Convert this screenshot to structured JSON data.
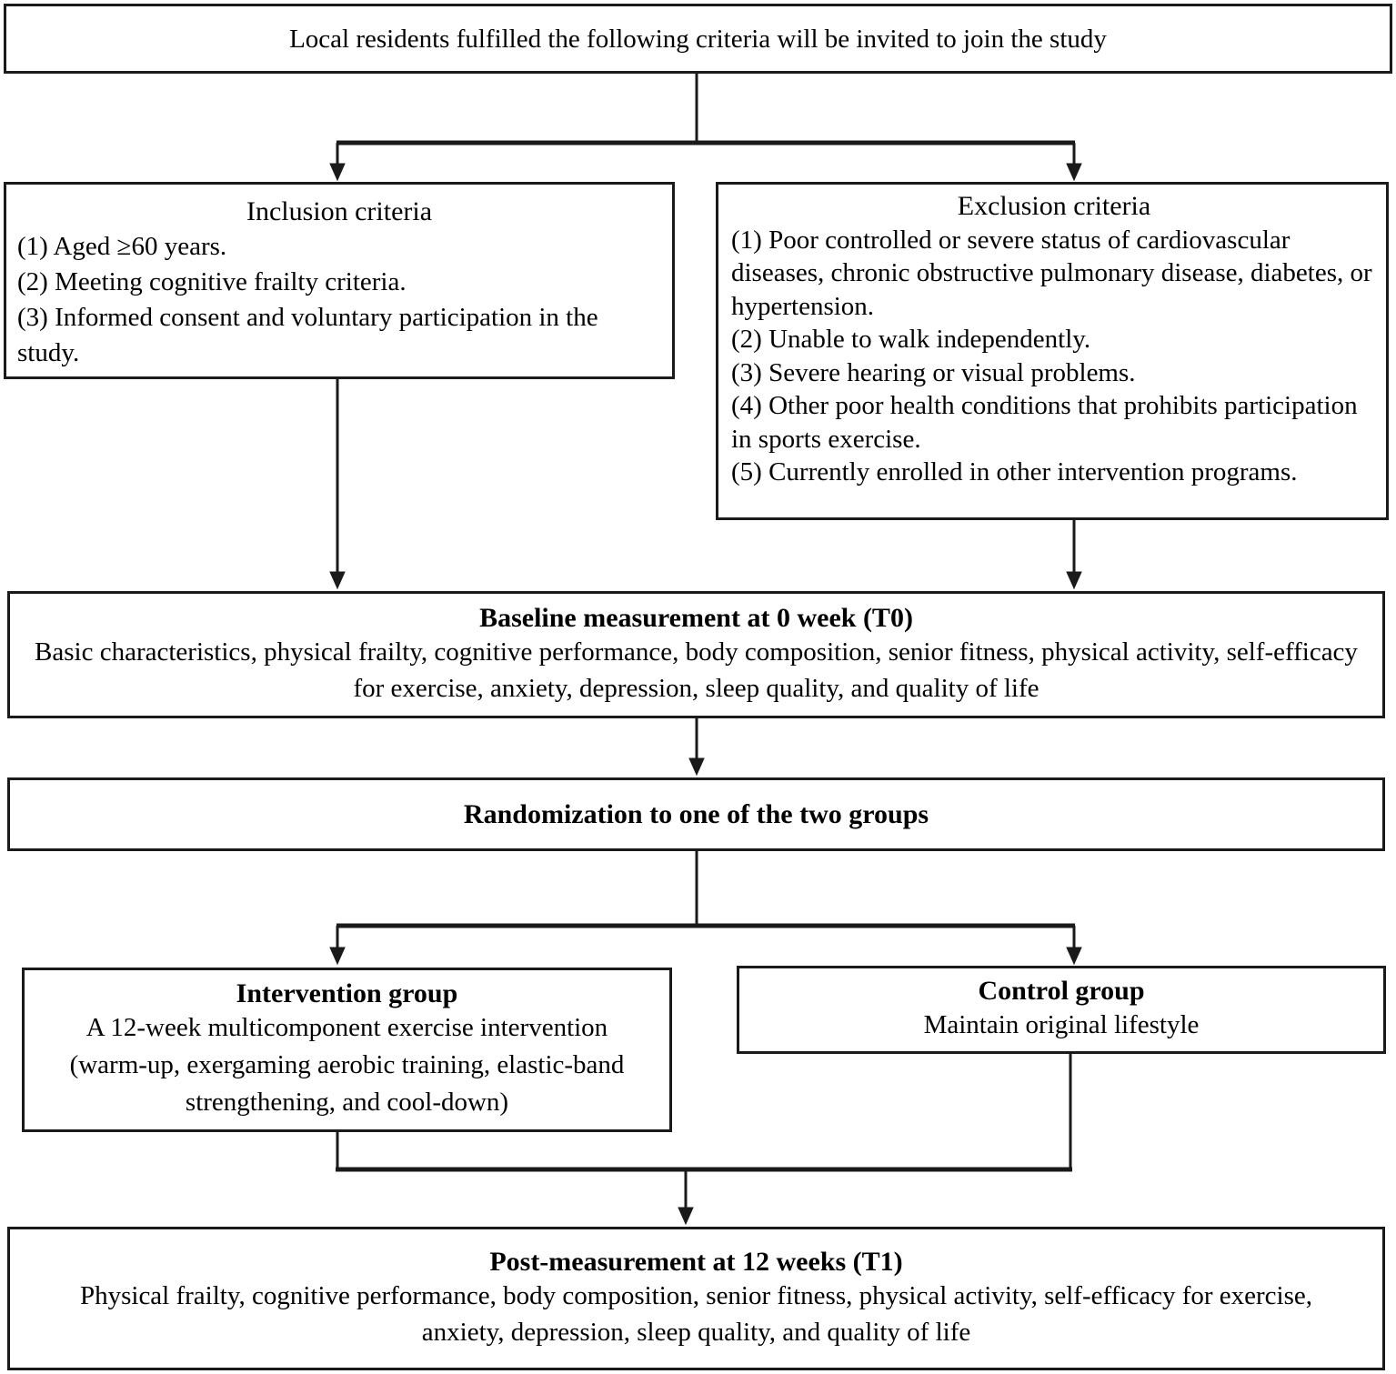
{
  "figure": {
    "top_box": {
      "text": "Local residents fulfilled  the following  criteria  will  be invited  to join  the  study"
    },
    "inclusion": {
      "title": "Inclusion  criteria",
      "items": [
        "(1) Aged ≥60  years.",
        "(2) Meeting  cognitive  frailty  criteria.",
        "(3) Informed  consent and  voluntary  participation  in the  study."
      ]
    },
    "exclusion": {
      "title": "Exclusion  criteria",
      "items": [
        "(1) Poor controlled  or  severe  status  of  cardiovascular diseases,  chronic  obstructive  pulmonary  disease, diabetes,  or hypertension.",
        "(2) Unable  to  walk  independently.",
        "(3) Severe  hearing  or  visual  problems.",
        "(4) Other poor health  conditions  that  prohibits participation  in  sports exercise.",
        "(5) Currently  enrolled  in  other  intervention  programs."
      ]
    },
    "baseline": {
      "title": "Baseline measurement at 0 week (T0)",
      "body": "Basic  characteristics,  physical  frailty,  cognitive  performance,  body composition,  senior fitness,  physical  activity, self-efficacy  for exercise,  anxiety,  depression, sleep quality,  and quality  of life"
    },
    "randomization": {
      "title": "Randomization to one of the two groups"
    },
    "intervention": {
      "title": "Intervention group",
      "body": "A 12-week  multicomponent  exercise  intervention (warm-up,  exergaming  aerobic  training,  elastic-band  strengthening,  and  cool-down)"
    },
    "control": {
      "title": "Control group",
      "body": "Maintain  original  lifestyle"
    },
    "post": {
      "title": "Post-measurement at 12 weeks (T1)",
      "body": "Physical  frailty,  cognitive  performance, body composition,  senior fitness,  physical  activity, self-efficacy  for exercise,  anxiety,  depression, sleep quality,  and quality  of life"
    },
    "colors": {
      "line": "#1a1a1a",
      "border": "#1b1b1b",
      "background": "#ffffff",
      "text": "#000000"
    }
  }
}
